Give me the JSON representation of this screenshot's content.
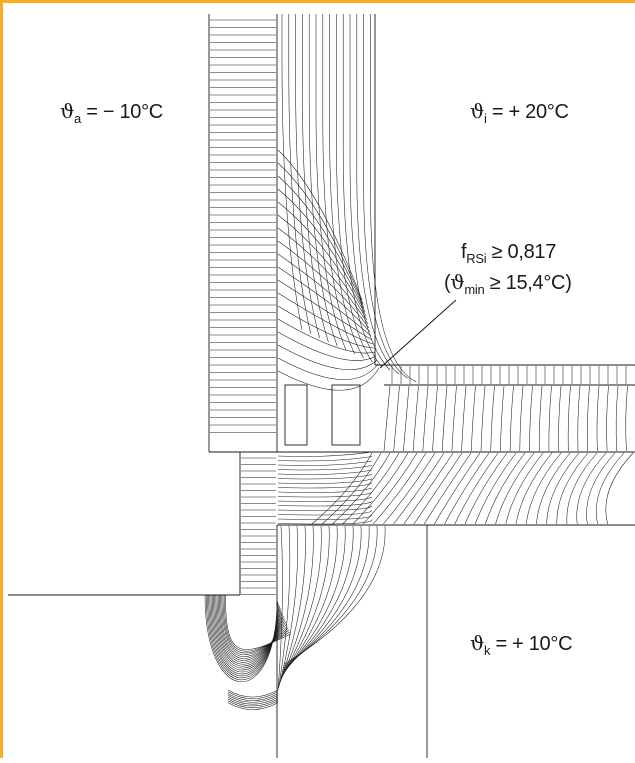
{
  "labels": {
    "theta_a": {
      "symbol": "ϑ",
      "sub": "a",
      "value": " = − 10°C"
    },
    "theta_i": {
      "symbol": "ϑ",
      "sub": "i",
      "value": " = + 20°C"
    },
    "theta_k": {
      "symbol": "ϑ",
      "sub": "k",
      "value": " = + 10°C"
    },
    "frsi": {
      "symbol": "f",
      "sub": "RSi",
      "value": " ≥ 0,817"
    },
    "theta_min": {
      "open": "(",
      "symbol": "ϑ",
      "sub": "min",
      "value": " ≥ 15,4°C)"
    }
  },
  "colors": {
    "frame": "#f5b025",
    "line": "#1a1a1a"
  }
}
